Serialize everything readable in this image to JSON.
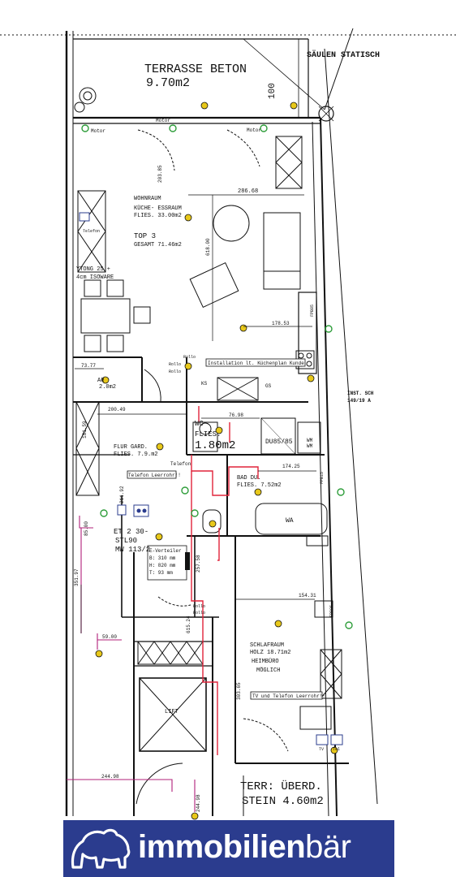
{
  "plan": {
    "terrace_top": {
      "name": "TERRASSE BETON",
      "area": "9.70m2"
    },
    "columns_note": "SÄULEN STATISCH",
    "dim_100": "100",
    "living": {
      "name": "WOHNRAUM",
      "sub": "KÜCHE- ESSRAUM",
      "floor": "FLIES. 33.00m2"
    },
    "unit": {
      "name": "TOP 3",
      "total": "GESAMT 71.46m2"
    },
    "ytong": [
      "YTONG 25 +",
      "4cm ISOWARE"
    ],
    "dims": {
      "d286": "286.68",
      "d203": "203.85",
      "d618": "618.00",
      "d178": "178.53",
      "d73": "73.77",
      "d200": "200.49",
      "d76": "76.98",
      "d174": "174.25",
      "d211": "211.92",
      "d154": "154.31",
      "d303": "303.65",
      "d615": "615.24",
      "d59": "59.00",
      "d244": "244.98",
      "d351": "351.97",
      "d85": "85.00",
      "d257": "257.58",
      "d181": "181.59"
    },
    "kitchen_note": "Installation lt. Küchenplan Kunde",
    "ks": "KS",
    "gs": "GS",
    "motor": "Motor",
    "rollo": "Rollo",
    "telefon": "Telefon",
    "wc": {
      "name": "WC",
      "floor": "FLIES.",
      "area": "1.80m2"
    },
    "du": "DU85/85",
    "wm": [
      "WM",
      "WM"
    ],
    "bad": {
      "name": "BAD DU.",
      "floor": "FLIES. 7.52m2"
    },
    "wa": "WA",
    "flur": {
      "name": "FLUR GARD.",
      "floor": "FLIES. 7.9.m2"
    },
    "ar": {
      "name": "AR",
      "area": "2.0m2"
    },
    "telefon_leer": "Telefon Leerrohr!!",
    "et": [
      "ET 2 30-",
      "STL90",
      "MW 113/2"
    ],
    "verteiler": [
      "E-Verteiler",
      "B: 310 mm",
      "H: 820 mm",
      "T: 93 mm"
    ],
    "bedroom": {
      "name": "SCHLAFRAUM",
      "floor": "HOLZ 18.71m2",
      "note1": "HEIMBÜRO",
      "note2": "MÖGLICH"
    },
    "tv_note": "TV und Telefon Leerrohr!!",
    "lift": "LIFT",
    "terrace_bottom": {
      "name": "TERR: ÜBERD.",
      "area": "STEIN 4.60m2"
    },
    "inst": [
      "INST. SCH",
      "149/19 A"
    ],
    "fpb": "FPB85",
    "fpb2": "FPB15",
    "tele": [
      "TV",
      "Tel"
    ]
  },
  "logo": {
    "prefix": "immobilien",
    "suffix": "bär"
  },
  "colors": {
    "brand": "#2b3c8e",
    "red_line": "#e0233a",
    "magenta_line": "#b0207a",
    "symbol_yellow": "#e8c81a",
    "symbol_green": "#2e9d3a"
  }
}
